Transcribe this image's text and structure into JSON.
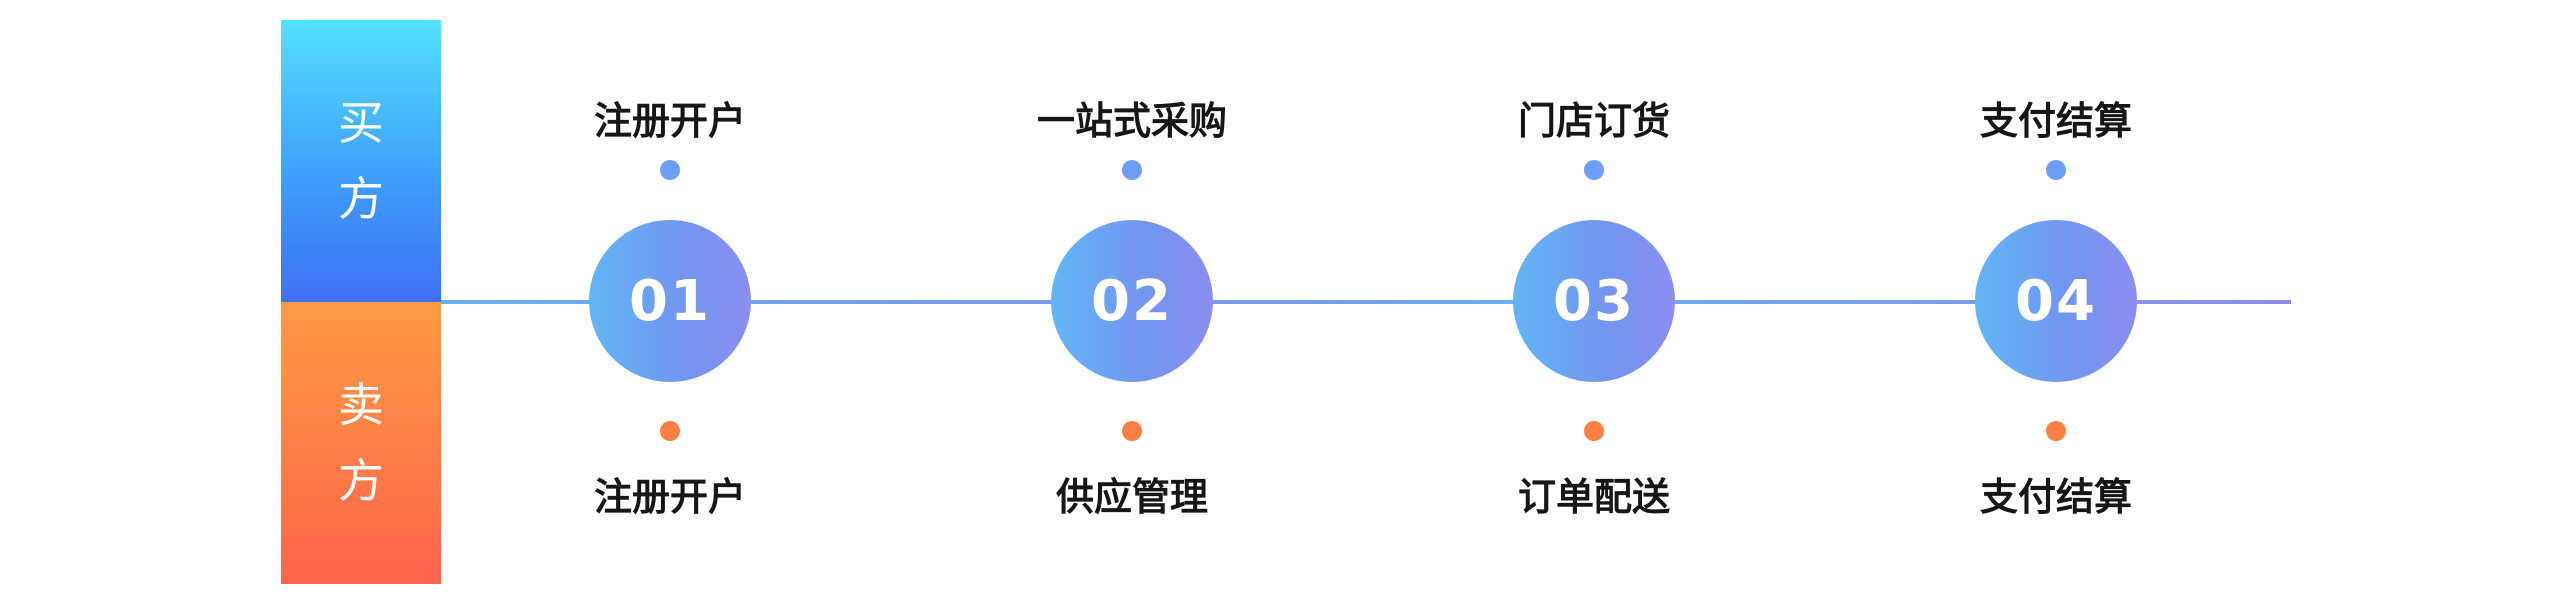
{
  "sides": {
    "buyer": "买方",
    "seller": "卖方"
  },
  "steps": [
    {
      "number": "01",
      "buyer_action": "注册开户",
      "seller_action": "注册开户"
    },
    {
      "number": "02",
      "buyer_action": "一站式采购",
      "seller_action": "供应管理"
    },
    {
      "number": "03",
      "buyer_action": "门店订货",
      "seller_action": "订单配送"
    },
    {
      "number": "04",
      "buyer_action": "支付结算",
      "seller_action": "支付结算"
    }
  ],
  "colors": {
    "buyer_gradient": [
      "#52e2fb",
      "#3e6ff7"
    ],
    "seller_gradient": [
      "#fe9b44",
      "#fe634a"
    ],
    "circle_gradient": [
      "#62b6f5",
      "#8a8ef0"
    ],
    "buyer_dot": "#6d9ff6",
    "seller_dot": "#fb7e42"
  }
}
